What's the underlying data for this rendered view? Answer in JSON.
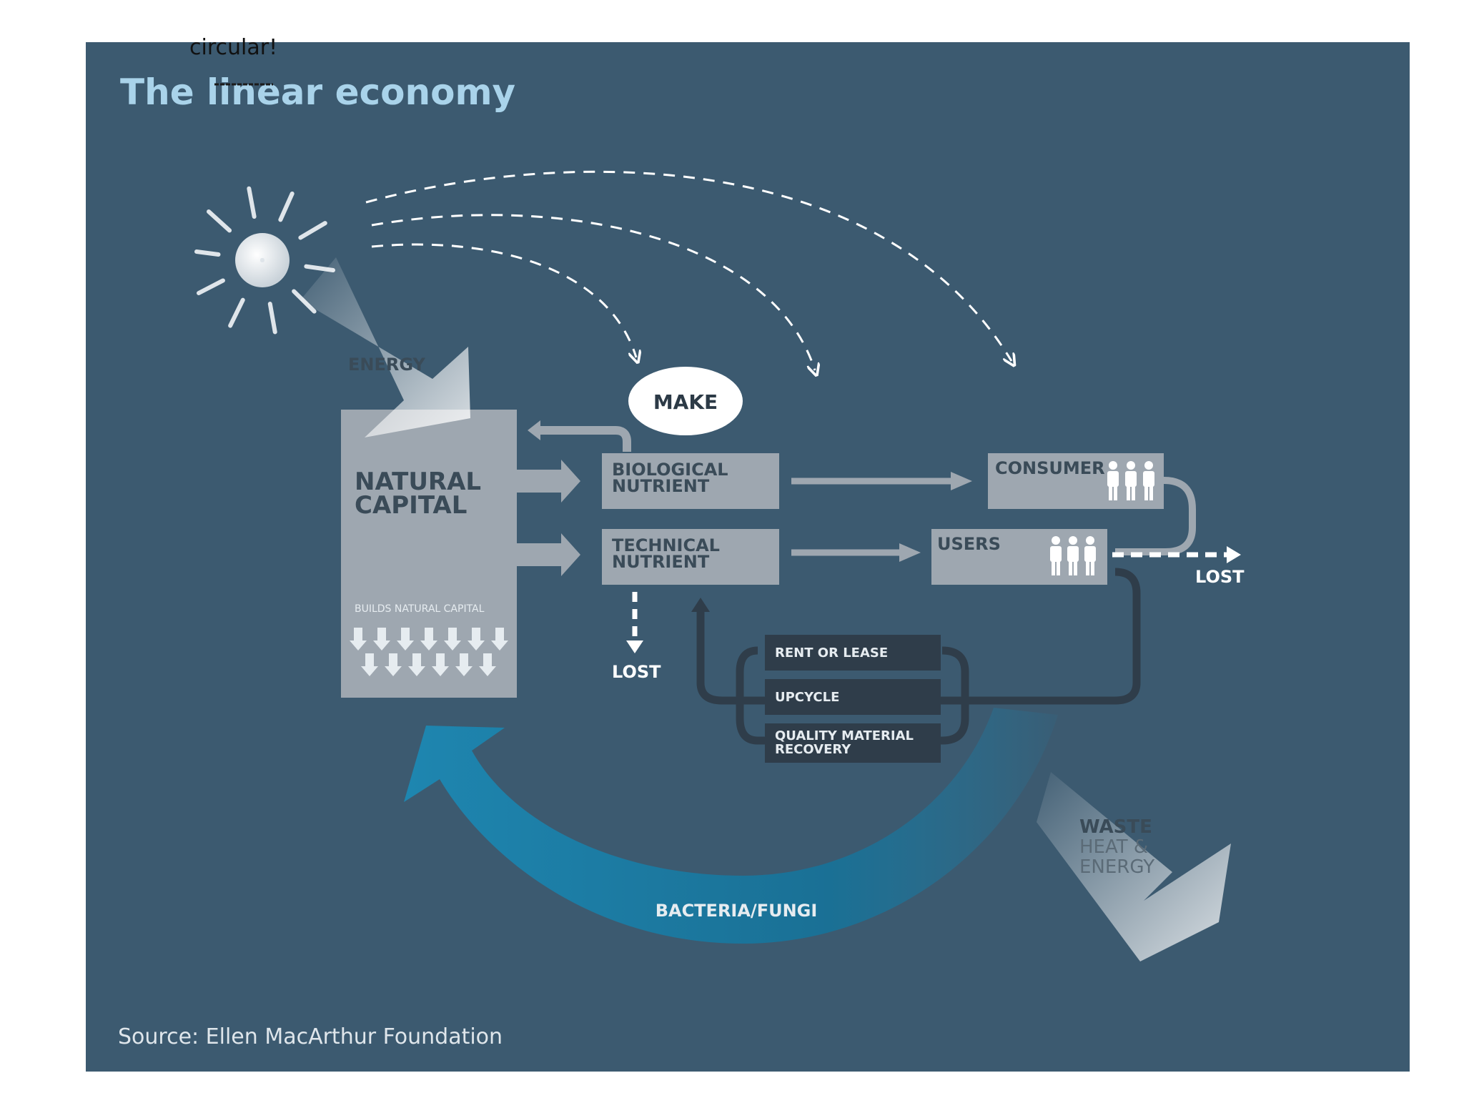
{
  "annotation": {
    "text": "circular!"
  },
  "title": "The linear economy",
  "labels": {
    "energy": "ENERGY",
    "make": "MAKE",
    "natural_capital_line1": "NATURAL",
    "natural_capital_line2": "CAPITAL",
    "builds_natural_capital": "BUILDS NATURAL CAPITAL",
    "biological_line1": "BIOLOGICAL",
    "biological_line2": "NUTRIENT",
    "technical_line1": "TECHNICAL",
    "technical_line2": "NUTRIENT",
    "consumer": "CONSUMER",
    "users": "USERS",
    "lost_right": "LOST",
    "lost_bottom": "LOST",
    "rent_or_lease": "RENT OR LEASE",
    "upcycle": "UPCYCLE",
    "quality_line1": "QUALITY MATERIAL",
    "quality_line2": "RECOVERY",
    "bacteria_fungi": "BACTERIA/FUNGI",
    "waste_line1": "WASTE",
    "waste_line2": "HEAT &",
    "waste_line3": "ENERGY"
  },
  "source": "Source: Ellen MacArthur Foundation",
  "colors": {
    "background": "#3c5a70",
    "title": "#a9d3ea",
    "box_light": "#9ea7b0",
    "box_dark": "#2f3d4a",
    "cycle_blue": "#1e7ea6",
    "text_dark": "#3a4b58",
    "text_light": "#e6ecf0"
  },
  "icons": {
    "sun": "sun-icon",
    "people": "people-icon"
  }
}
